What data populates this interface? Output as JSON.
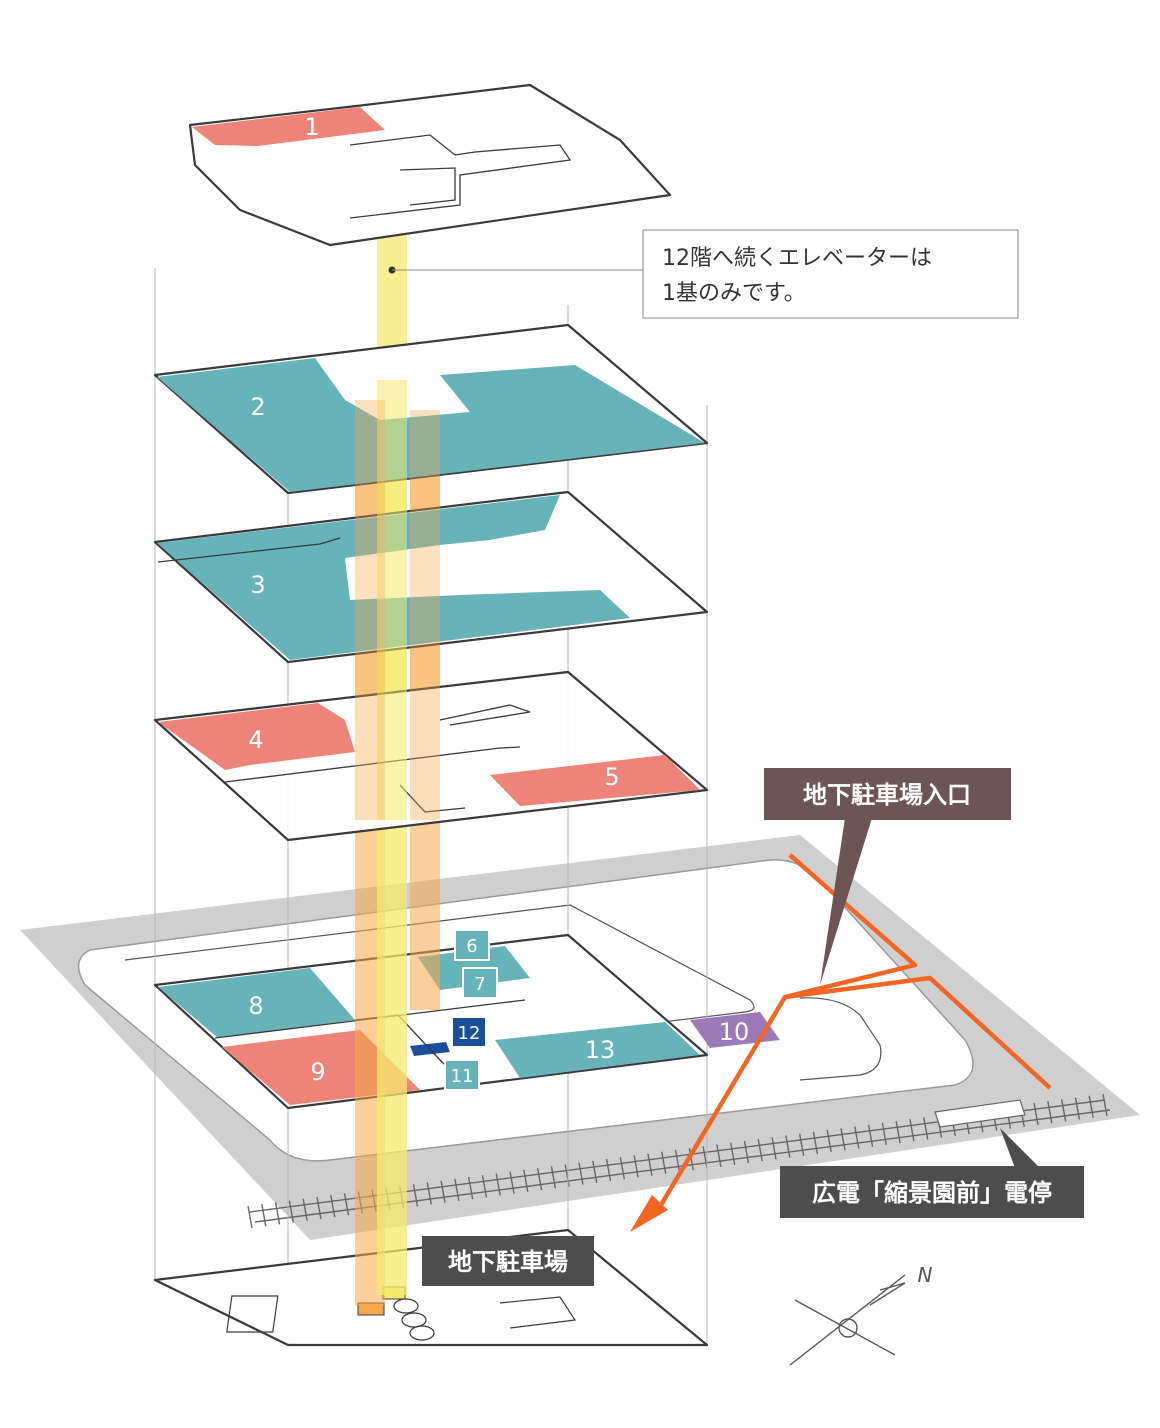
{
  "floors": {
    "f1": "1",
    "f2": "2",
    "f3": "3",
    "f4": "4",
    "f5": "5",
    "f6": "6",
    "f7": "7",
    "f8": "8",
    "f9": "9",
    "f10": "10",
    "f11": "11",
    "f12": "12",
    "f13": "13"
  },
  "callout": {
    "line1": "12階へ続くエレベーターは",
    "line2": "1基のみです。"
  },
  "labels": {
    "parking_entrance": "地下駐車場入口",
    "tram_stop": "広電「縮景園前」電停",
    "underground_parking": "地下駐車場"
  },
  "compass": {
    "north": "N"
  },
  "colors": {
    "teal": "#66b3ba",
    "salmon": "#ee8479",
    "purple": "#9c7ab8",
    "navy": "#1a4f9c",
    "elevator_yellow": "#f6ea6e",
    "elevator_orange": "#f5a84a",
    "route_orange": "#f26522",
    "ground_gray": "#cfcfcf"
  }
}
